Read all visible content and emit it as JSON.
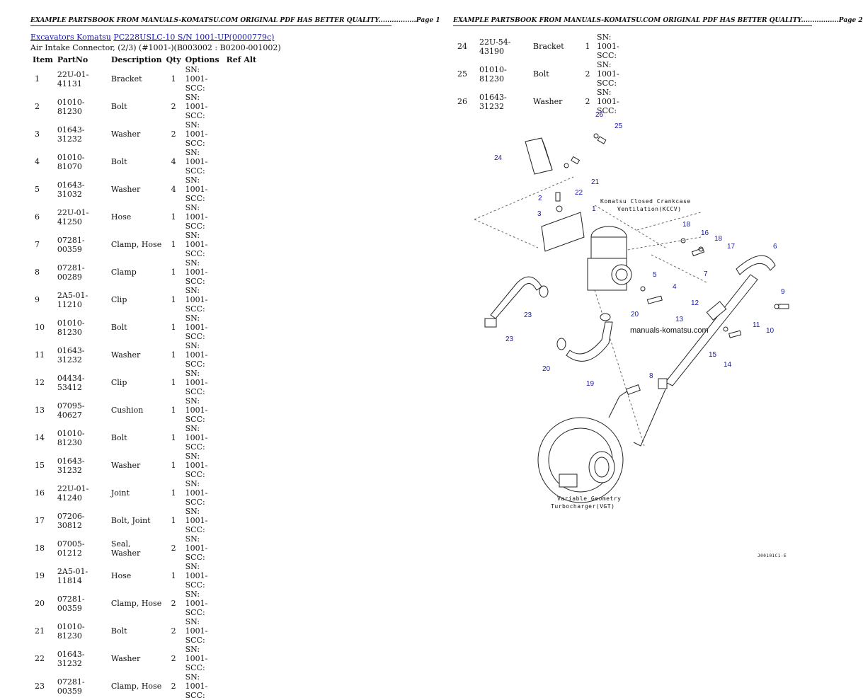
{
  "header_left": "EXAMPLE PARTSBOOK FROM MANUALS-KOMATSU.COM ORIGINAL PDF HAS BETTER QUALITY.................Page 1",
  "header_right": "EXAMPLE PARTSBOOK FROM MANUALS-KOMATSU.COM ORIGINAL PDF HAS BETTER QUALITY.................Page 2",
  "breadcrumb": {
    "link1": "Excavators Komatsu",
    "link2": "PC228USLC-10 S/N 1001-UP(0000779c)"
  },
  "subtitle": "Air Intake Connector, (2/3) (#1001-)(B003002 : B0200-001002)",
  "columns": [
    "Item",
    "PartNo",
    "Description",
    "Qty",
    "Options",
    "Ref Alt"
  ],
  "parts_page1": [
    {
      "item": "1",
      "part": "22U-01-41131",
      "desc": "Bracket",
      "qty": "1",
      "opt": "SN: 1001- SCC:"
    },
    {
      "item": "2",
      "part": "01010-81230",
      "desc": "Bolt",
      "qty": "2",
      "opt": "SN: 1001- SCC:"
    },
    {
      "item": "3",
      "part": "01643-31232",
      "desc": "Washer",
      "qty": "2",
      "opt": "SN: 1001- SCC:"
    },
    {
      "item": "4",
      "part": "01010-81070",
      "desc": "Bolt",
      "qty": "4",
      "opt": "SN: 1001- SCC:"
    },
    {
      "item": "5",
      "part": "01643-31032",
      "desc": "Washer",
      "qty": "4",
      "opt": "SN: 1001- SCC:"
    },
    {
      "item": "6",
      "part": "22U-01-41250",
      "desc": "Hose",
      "qty": "1",
      "opt": "SN: 1001- SCC:"
    },
    {
      "item": "7",
      "part": "07281-00359",
      "desc": "Clamp, Hose",
      "qty": "1",
      "opt": "SN: 1001- SCC:"
    },
    {
      "item": "8",
      "part": "07281-00289",
      "desc": "Clamp",
      "qty": "1",
      "opt": "SN: 1001- SCC:"
    },
    {
      "item": "9",
      "part": "2A5-01-11210",
      "desc": "Clip",
      "qty": "1",
      "opt": "SN: 1001- SCC:"
    },
    {
      "item": "10",
      "part": "01010-81230",
      "desc": "Bolt",
      "qty": "1",
      "opt": "SN: 1001- SCC:"
    },
    {
      "item": "11",
      "part": "01643-31232",
      "desc": "Washer",
      "qty": "1",
      "opt": "SN: 1001- SCC:"
    },
    {
      "item": "12",
      "part": "04434-53412",
      "desc": "Clip",
      "qty": "1",
      "opt": "SN: 1001- SCC:"
    },
    {
      "item": "13",
      "part": "07095-40627",
      "desc": "Cushion",
      "qty": "1",
      "opt": "SN: 1001- SCC:"
    },
    {
      "item": "14",
      "part": "01010-81230",
      "desc": "Bolt",
      "qty": "1",
      "opt": "SN: 1001- SCC:"
    },
    {
      "item": "15",
      "part": "01643-31232",
      "desc": "Washer",
      "qty": "1",
      "opt": "SN: 1001- SCC:"
    },
    {
      "item": "16",
      "part": "22U-01-41240",
      "desc": "Joint",
      "qty": "1",
      "opt": "SN: 1001- SCC:"
    },
    {
      "item": "17",
      "part": "07206-30812",
      "desc": "Bolt, Joint",
      "qty": "1",
      "opt": "SN: 1001- SCC:"
    },
    {
      "item": "18",
      "part": "07005-01212",
      "desc": "Seal, Washer",
      "qty": "2",
      "opt": "SN: 1001- SCC:"
    },
    {
      "item": "19",
      "part": "2A5-01-11814",
      "desc": "Hose",
      "qty": "1",
      "opt": "SN: 1001- SCC:"
    },
    {
      "item": "20",
      "part": "07281-00359",
      "desc": "Clamp, Hose",
      "qty": "2",
      "opt": "SN: 1001- SCC:"
    },
    {
      "item": "21",
      "part": "01010-81230",
      "desc": "Bolt",
      "qty": "2",
      "opt": "SN: 1001- SCC:"
    },
    {
      "item": "22",
      "part": "01643-31232",
      "desc": "Washer",
      "qty": "2",
      "opt": "SN: 1001- SCC:"
    },
    {
      "item": "23",
      "part": "07281-00359",
      "desc": "Clamp, Hose",
      "qty": "2",
      "opt": "SN: 1001- SCC:"
    }
  ],
  "parts_page2": [
    {
      "item": "24",
      "part": "22U-54-43190",
      "desc": "Bracket",
      "qty": "1",
      "opt": "SN: 1001- SCC:"
    },
    {
      "item": "25",
      "part": "01010-81230",
      "desc": "Bolt",
      "qty": "2",
      "opt": "SN: 1001- SCC:"
    },
    {
      "item": "26",
      "part": "01643-31232",
      "desc": "Washer",
      "qty": "2",
      "opt": "SN: 1001- SCC:"
    }
  ],
  "diagram": {
    "kccv_label_1": "Komatsu Closed Crankcase",
    "kccv_label_2": "Ventilation(KCCV)",
    "vgt_label_1": "Variable Geometry",
    "vgt_label_2": "Turbocharger(VGT)",
    "watermark": "manuals-komatsu.com",
    "figure_code": "J00101C1-E",
    "callouts": [
      "26",
      "25",
      "24",
      "21",
      "22",
      "2",
      "3",
      "1",
      "18",
      "16",
      "18",
      "17",
      "6",
      "7",
      "5",
      "4",
      "9",
      "12",
      "13",
      "11",
      "10",
      "20",
      "23",
      "23",
      "15",
      "14",
      "20",
      "19",
      "8"
    ]
  }
}
